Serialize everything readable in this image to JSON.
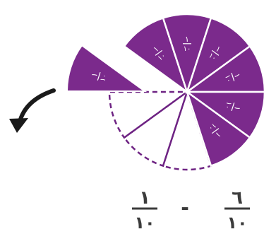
{
  "colors": {
    "fill": "#7b2a8c",
    "dash": "#6e2383",
    "label": "#ffffff",
    "arrow": "#1a1a1a",
    "text": "#3b3b3b"
  },
  "diagram": {
    "total_slices": 10,
    "shaded_slices": 6,
    "removed_slices": 1,
    "slice_label": {
      "numerator": "١",
      "denominator": "١٠"
    }
  },
  "icons": {
    "arrow": "curved-arrow-icon"
  },
  "expression": {
    "left": {
      "numerator": "٦",
      "denominator": "١٠"
    },
    "operator": "-",
    "right": {
      "numerator": "١",
      "denominator": "١٠"
    }
  }
}
